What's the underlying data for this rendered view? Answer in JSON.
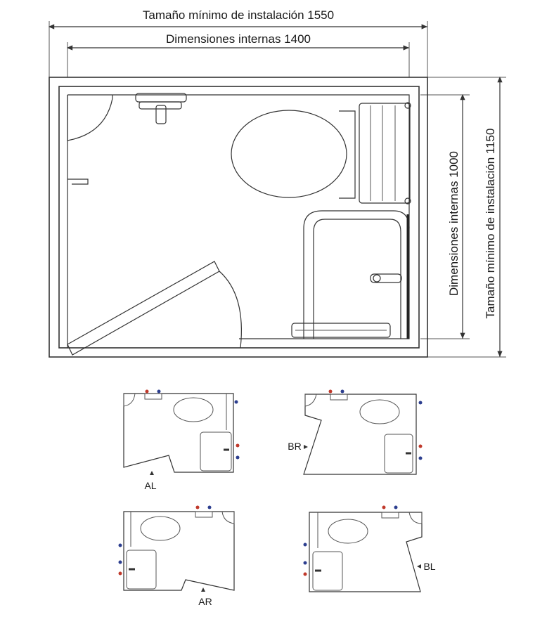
{
  "dimensions": {
    "min_install_width": "Tamaño mínimo de instalación 1550",
    "internal_width": "Dimensiones internas 1400",
    "internal_depth": "Dimensiones internas 1000",
    "min_install_depth": "Tamaño mínimo de instalación 1150"
  },
  "variants": [
    {
      "code": "AL"
    },
    {
      "code": "BR"
    },
    {
      "code": "AR"
    },
    {
      "code": "BL"
    }
  ],
  "colors": {
    "hot_water": "#c0392b",
    "cold_water": "#2c3e8f",
    "line": "#333333"
  }
}
